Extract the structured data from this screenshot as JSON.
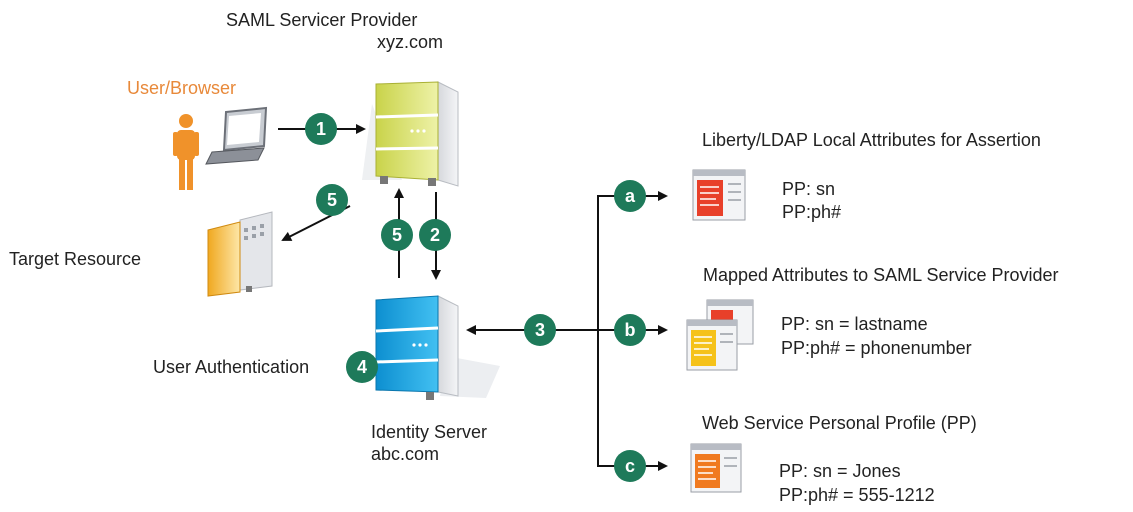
{
  "service_provider": {
    "title": "SAML Servicer Provider",
    "domain": "xyz.com"
  },
  "user_browser": "User/Browser",
  "target_resource": "Target Resource",
  "user_authentication": "User Authentication",
  "identity_server": {
    "title": "Identity Server",
    "domain": "abc.com"
  },
  "steps": {
    "s1": "1",
    "s2": "2",
    "s3": "3",
    "s4": "4",
    "s5a": "5",
    "s5b": "5",
    "a": "a",
    "b": "b",
    "c": "c"
  },
  "sections": {
    "a": {
      "title": "Liberty/LDAP Local Attributes for Assertion",
      "line1": "PP: sn",
      "line2": "PP:ph#"
    },
    "b": {
      "title": "Mapped Attributes to SAML Service Provider",
      "line1": "PP: sn  = lastname",
      "line2": "PP:ph# = phonenumber"
    },
    "c": {
      "title": "Web Service Personal Profile (PP)",
      "line1": "PP: sn  = Jones",
      "line2": "PP:ph# = 555-1212"
    }
  },
  "colors": {
    "badge": "#1e7a5a",
    "sp_server": "#d8e06a",
    "id_server": "#1aa3e0",
    "user": "#f0922a",
    "doc_red": "#e8402a",
    "doc_orange": "#f07a20",
    "doc_yellow": "#f5c21a"
  },
  "icons": [
    "user-icon",
    "laptop-icon",
    "server-icon",
    "target-resource-icon",
    "document-icon"
  ]
}
